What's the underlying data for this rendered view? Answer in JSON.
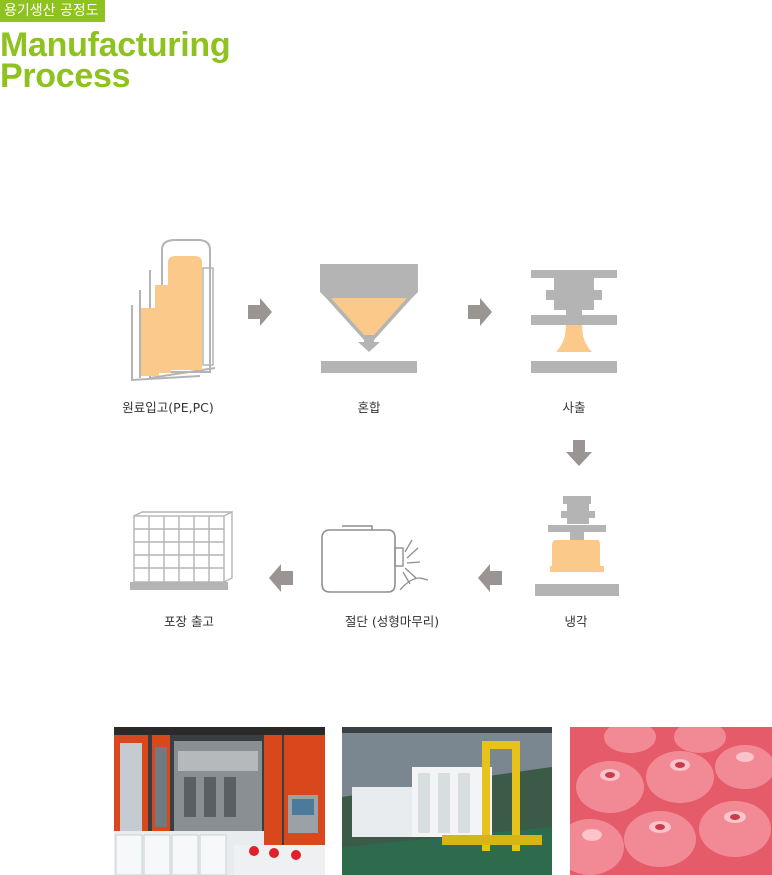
{
  "header": {
    "badge": "용기생산 공정도",
    "title_line1": "Manufacturing",
    "title_line2": "Process"
  },
  "steps": [
    {
      "label": "원료입고(PE,PC)"
    },
    {
      "label": "혼합"
    },
    {
      "label": "사출"
    },
    {
      "label": "냉각"
    },
    {
      "label": "절단 (성형마무리)"
    },
    {
      "label": "포장 출고"
    }
  ],
  "photos": [
    {
      "subject": "blow-molding-machine"
    },
    {
      "subject": "factory-conveyor"
    },
    {
      "subject": "red-bottles"
    }
  ],
  "colors": {
    "accent": "#8dc21f",
    "material": "#fbc98a",
    "machine": "#b4b4b4",
    "arrow": "#9a9592"
  }
}
